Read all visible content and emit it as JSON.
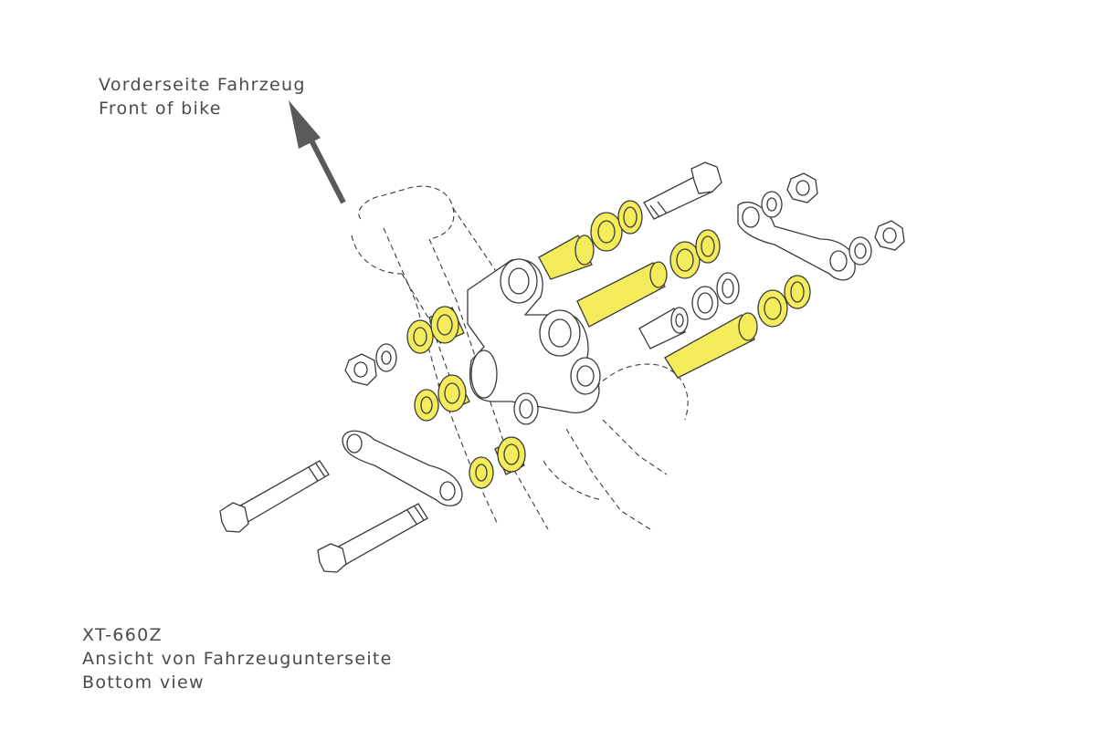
{
  "direction": {
    "de": "Vorderseite Fahrzeug",
    "en": "Front of bike"
  },
  "caption": {
    "model": "XT-660Z",
    "view_de": "Ansicht von Fahrzeugunterseite",
    "view_en": "Bottom view"
  },
  "colors": {
    "bushing": "#f5ec5c",
    "line": "#3a3a3a",
    "arrow": "#5a5a5a",
    "text": "#4a4a4a"
  }
}
